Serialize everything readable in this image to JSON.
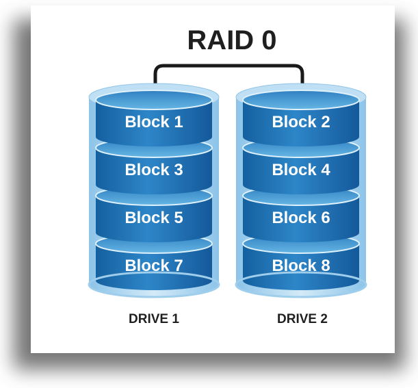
{
  "title": "RAID 0",
  "drives": [
    {
      "label": "DRIVE 1",
      "blocks": [
        "Block 1",
        "Block 3",
        "Block 5",
        "Block 7"
      ]
    },
    {
      "label": "DRIVE 2",
      "blocks": [
        "Block 2",
        "Block 4",
        "Block 6",
        "Block 8"
      ]
    }
  ],
  "colors": {
    "disk_top": "#4fa3d6",
    "disk_side": "#1f6fb3",
    "disk_dark": "#135a96",
    "glass": "#a9d3ee",
    "connector": "#1a1a1a"
  }
}
